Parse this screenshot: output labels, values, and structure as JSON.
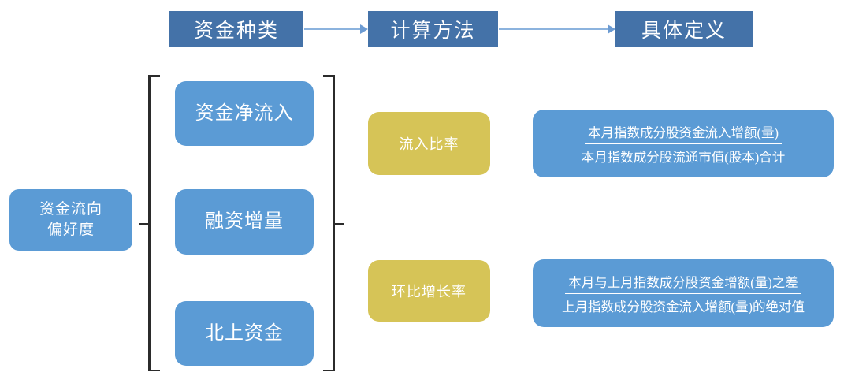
{
  "header": {
    "columns": [
      {
        "label": "资金种类"
      },
      {
        "label": "计算方法"
      },
      {
        "label": "具体定义"
      }
    ],
    "arrows": [
      {
        "name": "arrow-funds-to-method"
      },
      {
        "name": "arrow-method-to-definition"
      }
    ]
  },
  "root": {
    "label": "资金流向\n偏好度",
    "line1": "资金流向",
    "line2": "偏好度"
  },
  "fund_types": [
    {
      "label": "资金净流入"
    },
    {
      "label": "融资增量"
    },
    {
      "label": "北上资金"
    }
  ],
  "methods": [
    {
      "label": "流入比率"
    },
    {
      "label": "环比增长率"
    }
  ],
  "definitions": [
    {
      "numerator": "本月指数成分股资金流入增额(量)",
      "denominator": "本月指数成分股流通市值(股本)合计"
    },
    {
      "numerator": "本月与上月指数成分股资金增额(量)之差",
      "denominator": "上月指数成分股资金流入增额(量)的绝对值"
    }
  ],
  "colors": {
    "header_blue": "#4472A8",
    "box_blue": "#5B9BD5",
    "box_gold": "#D6C457",
    "arrow_blue": "#8CB3DE",
    "bracket_black": "#2b2b2b",
    "background": "#ffffff"
  }
}
